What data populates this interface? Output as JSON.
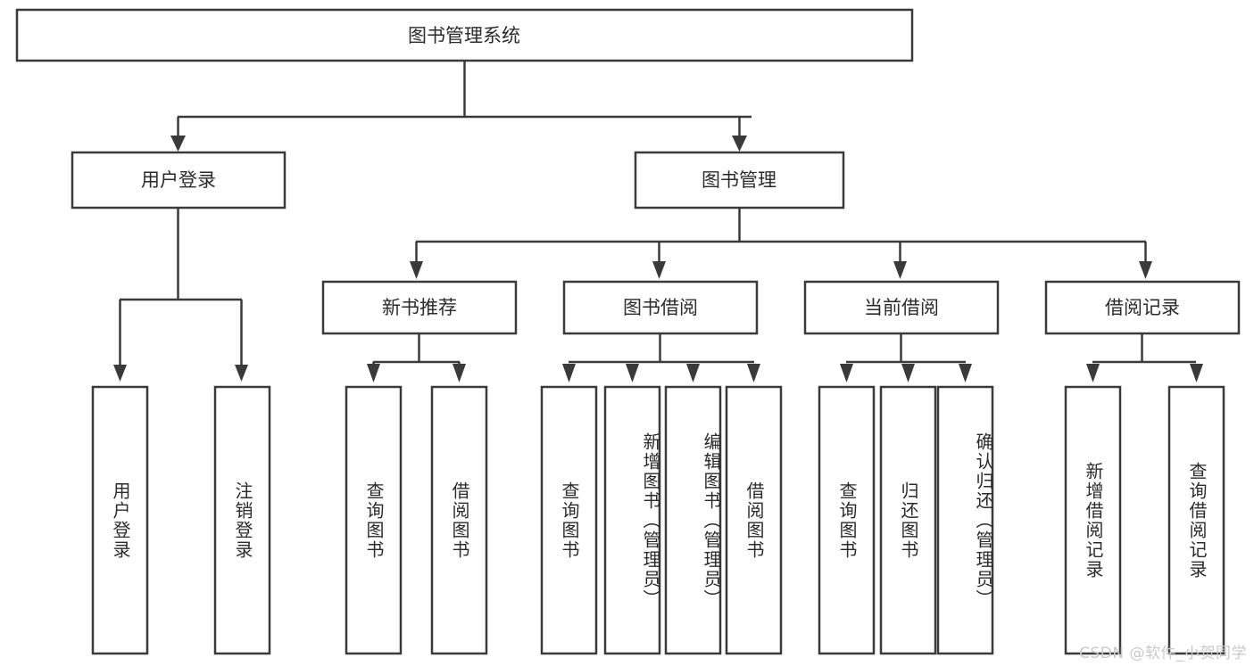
{
  "diagram": {
    "type": "tree-hierarchy",
    "orientation": "top-down",
    "title": "图书管理系统",
    "watermark": "CSDN @软件_小贺同学",
    "colors": {
      "stroke": "#3a3a3a",
      "fill": "#ffffff",
      "text": "#2b2b2b",
      "watermark": "#c9c9c9"
    },
    "root": {
      "label": "图书管理系统"
    },
    "level1": [
      {
        "label": "用户登录"
      },
      {
        "label": "图书管理"
      }
    ],
    "level2": [
      {
        "label": "新书推荐"
      },
      {
        "label": "图书借阅"
      },
      {
        "label": "当前借阅"
      },
      {
        "label": "借阅记录"
      }
    ],
    "leaves": {
      "user_login": [
        {
          "label": "用户登录"
        },
        {
          "label": "注销登录"
        }
      ],
      "new_book_recommend": [
        {
          "label": "查询图书"
        },
        {
          "label": "借阅图书"
        }
      ],
      "book_borrow": [
        {
          "label": "查询图书"
        },
        {
          "label": "新增图书（管理员）"
        },
        {
          "label": "编辑图书（管理员）"
        },
        {
          "label": "借阅图书"
        }
      ],
      "current_borrow": [
        {
          "label": "查询图书"
        },
        {
          "label": "归还图书"
        },
        {
          "label": "确认归还（管理员）"
        }
      ],
      "borrow_records": [
        {
          "label": "新增借阅记录"
        },
        {
          "label": "查询借阅记录"
        }
      ]
    }
  }
}
